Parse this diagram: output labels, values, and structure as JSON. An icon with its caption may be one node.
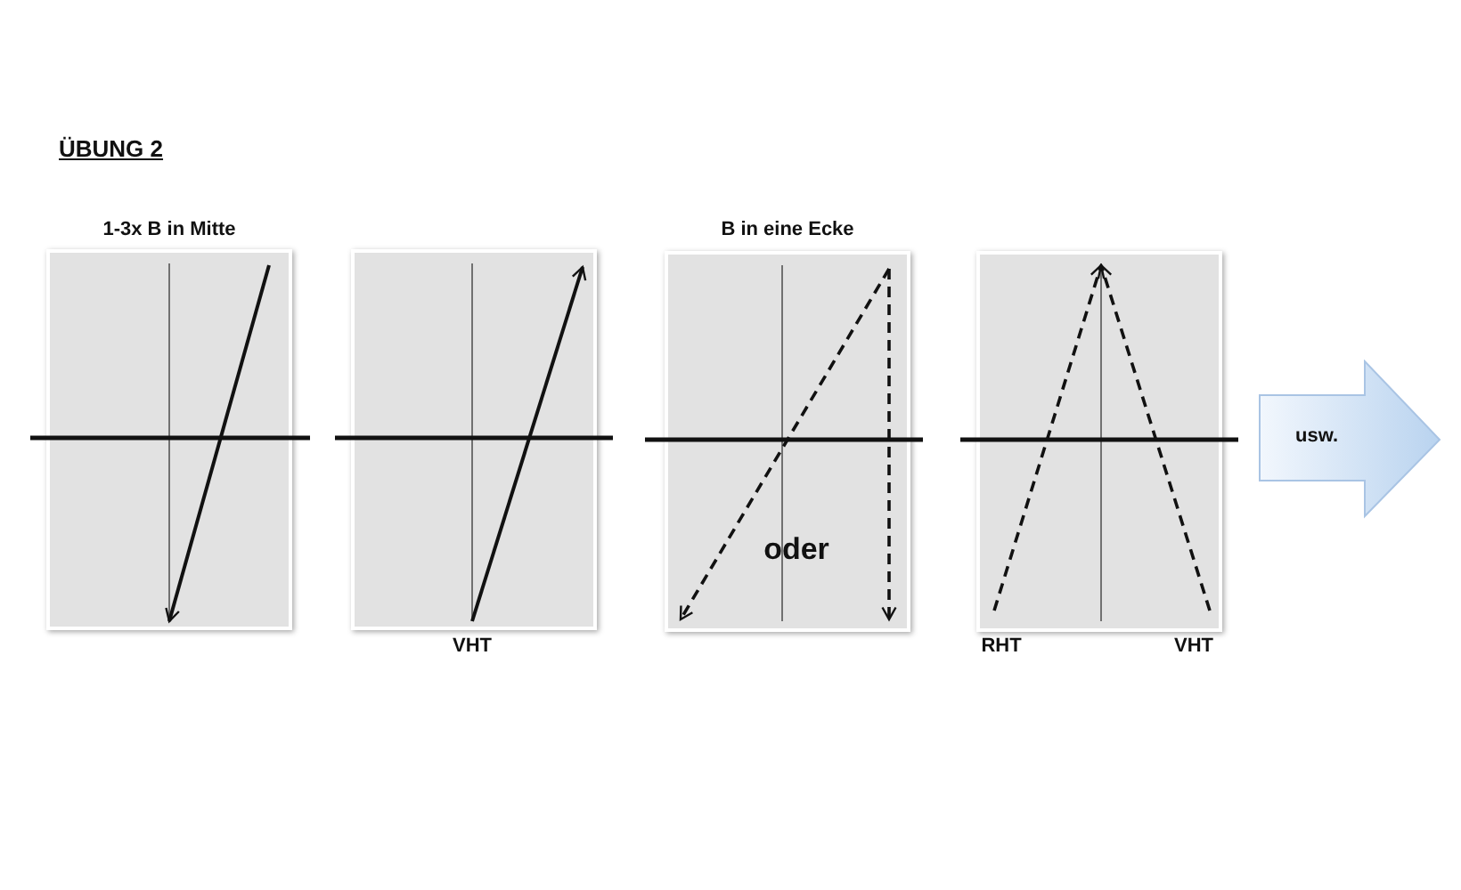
{
  "diagram": {
    "title": "ÜBUNG 2",
    "nodes": [
      {
        "text": [
          "1-3x B in Mitte"
        ]
      },
      {
        "text": [
          "VHT"
        ]
      },
      {
        "text": [
          "B in eine Ecke",
          "oder"
        ]
      },
      {
        "text": [
          "RHT",
          "VHT"
        ]
      },
      {
        "text": [
          "usw."
        ]
      }
    ]
  }
}
